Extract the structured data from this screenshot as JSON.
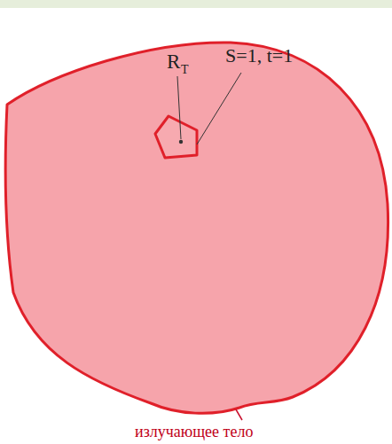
{
  "diagram": {
    "labels": [
      "R",
      "T",
      "S=1, t=1",
      "излучающее тело"
    ]
  }
}
